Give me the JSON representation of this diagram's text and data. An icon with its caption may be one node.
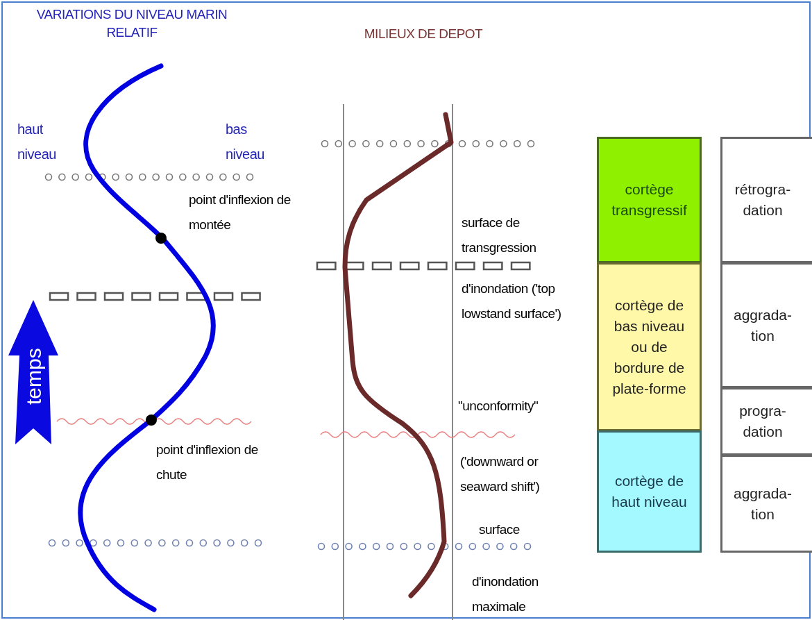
{
  "diagram": {
    "nodes": [
      {
        "text": [
          "temps"
        ]
      },
      {
        "text": [
          "cortège transgressif"
        ]
      },
      {
        "text": [
          "cortège de bas niveau ou de bordure de plate-forme"
        ]
      },
      {
        "text": [
          "cortège de haut niveau"
        ]
      },
      {
        "text": [
          "rétrogra-dation"
        ]
      },
      {
        "text": [
          "aggrada-tion"
        ]
      },
      {
        "text": [
          "progra-dation"
        ]
      },
      {
        "text": [
          "aggrada-tion"
        ]
      }
    ],
    "edges": [],
    "labels": [
      "VARIATIONS DU NIVEAU MARIN RELATIF",
      "MILIEUX DE DEPOT",
      "haut niveau",
      "bas niveau",
      "point d'inflexion de montée",
      "surface de transgression",
      "d'inondation ('top lowstand surface')",
      "\"unconformity\"",
      "point d'inflexion de chute",
      "('downward or seaward shift')",
      "surface",
      "d'inondation maximale"
    ]
  }
}
